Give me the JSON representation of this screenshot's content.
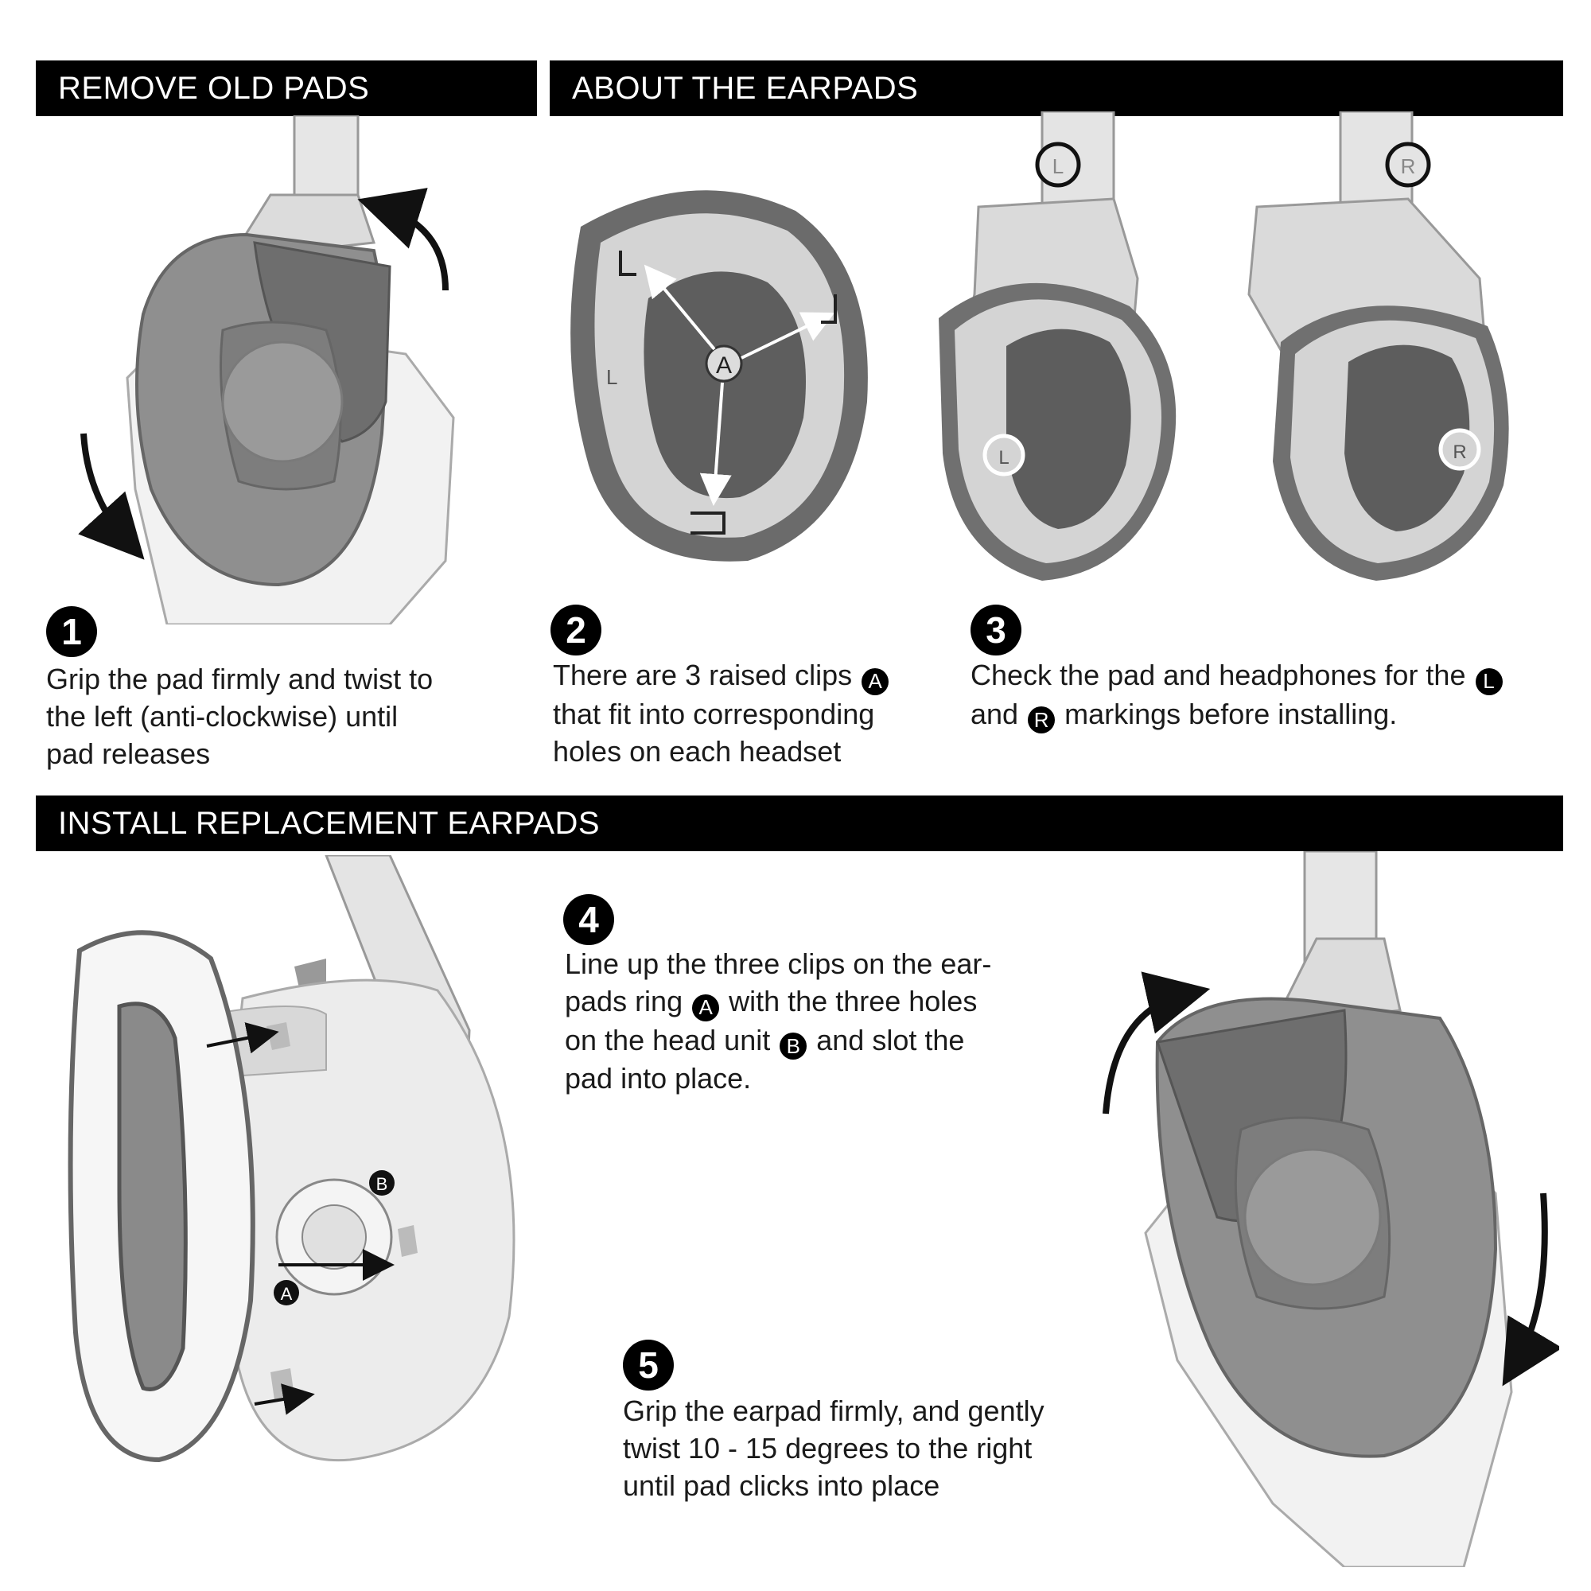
{
  "sections": {
    "remove": "REMOVE OLD PADS",
    "about": "ABOUT THE EARPADS",
    "install": "INSTALL REPLACEMENT EARPADS"
  },
  "steps": [
    {
      "number": "1",
      "lines": [
        "Grip the pad firmly and twist to",
        "the left (anti-clockwise) until",
        "pad releases"
      ]
    },
    {
      "number": "2",
      "line1_pre": "There are 3 raised clips",
      "line1_badge": "A",
      "lines": [
        "that fit into corresponding",
        "holes on each headset"
      ]
    },
    {
      "number": "3",
      "line1_pre": "Check the pad and headphones for the",
      "line1_badge": "L",
      "line2_pre": "and",
      "line2_badge": "R",
      "line2_post": "markings before installing."
    },
    {
      "number": "4",
      "line1": "Line up the three clips on the ear-",
      "line2_pre": "pads ring",
      "line2_badge": "A",
      "line2_post": "with the three holes",
      "line3_pre": "on the head unit",
      "line3_badge": "B",
      "line3_post": "and slot the",
      "line4": "pad into place."
    },
    {
      "number": "5",
      "lines": [
        "Grip the earpad firmly, and gently",
        "twist 10 - 15 degrees to the right",
        "until pad clicks into place"
      ]
    }
  ],
  "labels": {
    "a": "A",
    "b": "B",
    "l": "L",
    "r": "R"
  }
}
